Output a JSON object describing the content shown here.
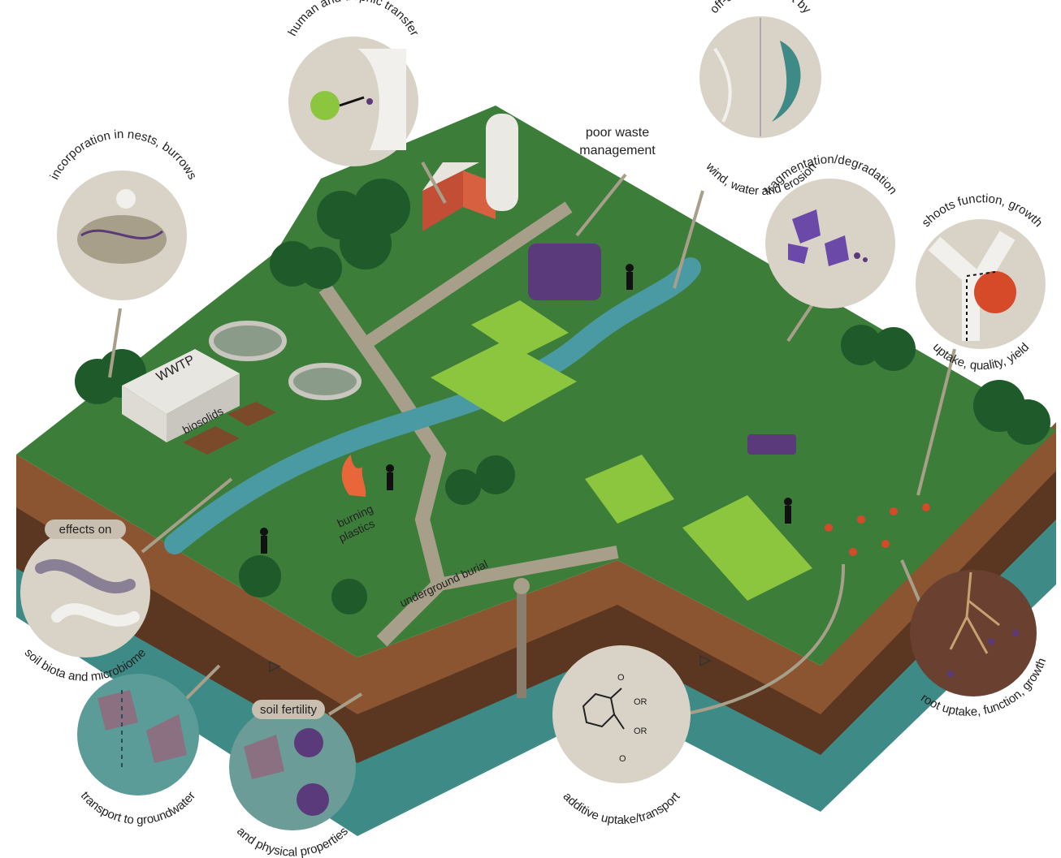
{
  "colors": {
    "grass": "#3d7d3a",
    "grass_dark": "#2f6a2f",
    "soil_top": "#7a4a2a",
    "soil_mid": "#5b3620",
    "aquifer": "#3e8a86",
    "river": "#4a9aa3",
    "road": "#a79f8a",
    "plastic": "#5a3a7a",
    "crop": "#8cc63f",
    "bubble": "#d9d3c7"
  },
  "labels": {
    "poor_waste": "poor waste\nmanagement",
    "wwtp": "WWTP",
    "biosolids": "biosolids",
    "burning": "burning\nplastics",
    "burial": "underground burial",
    "effects_on": "effects on",
    "soil_fertility": "soil fertility"
  },
  "callouts": {
    "human_trophic": "human and trophic transfer",
    "offsite_top": "off-site transport by",
    "offsite_bottom": "wind, water and erosion",
    "nests": "incorporation in nests, burrows",
    "fragmentation": "fragmentation/degradation",
    "shoots_top": "shoots function, growth",
    "shoots_bottom": "uptake, quality, yield",
    "soil_biota": "soil biota and microbiome",
    "groundwater": "transport to groundwater",
    "physical": "and physical properties",
    "additive": "additive uptake/transport",
    "root": "root uptake, function, growth"
  },
  "chemistry": {
    "r1": "O",
    "r2": "OR",
    "r3": "OR",
    "r4": "O"
  }
}
